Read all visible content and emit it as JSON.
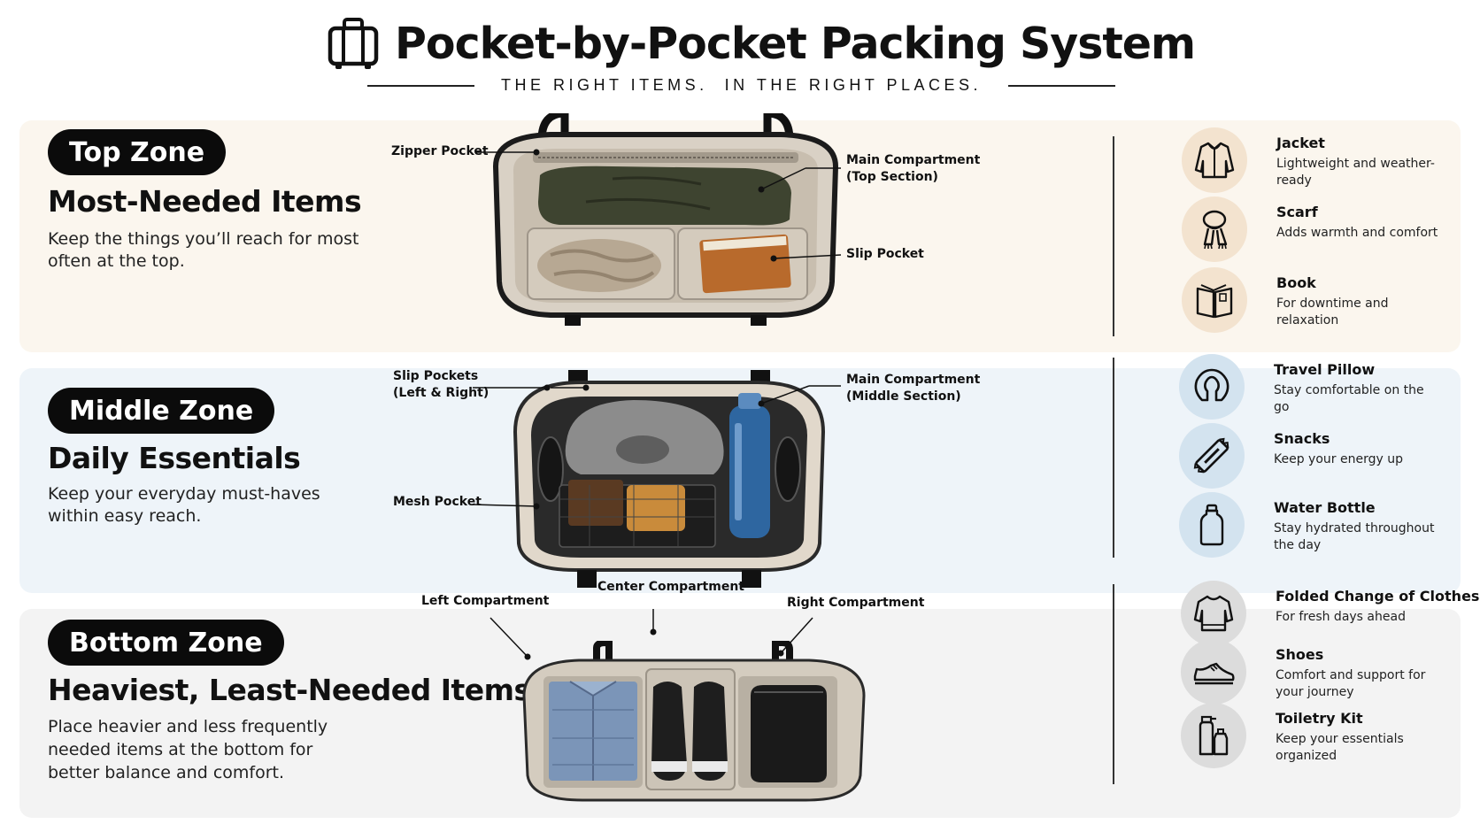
{
  "header": {
    "title": "Pocket-by-Pocket Packing System",
    "subtitle": "THE RIGHT ITEMS.  IN THE RIGHT PLACES."
  },
  "zones": [
    {
      "pill": "Top Zone",
      "heading": "Most-Needed Items",
      "description": "Keep the things you’ll reach for most often at the top.",
      "callouts": [
        "Zipper Pocket",
        "Main Compartment\n(Top Section)",
        "Slip Pocket"
      ],
      "items": [
        {
          "name": "Jacket",
          "desc": "Lightweight and weather-ready",
          "icon": "jacket-icon"
        },
        {
          "name": "Scarf",
          "desc": "Adds warmth and comfort",
          "icon": "scarf-icon"
        },
        {
          "name": "Book",
          "desc": "For downtime and relaxation",
          "icon": "book-icon"
        }
      ]
    },
    {
      "pill": "Middle Zone",
      "heading": "Daily Essentials",
      "description": "Keep your everyday must-haves within easy reach.",
      "callouts": [
        "Slip Pockets\n(Left & Right)",
        "Main Compartment\n(Middle Section)",
        "Mesh Pocket"
      ],
      "items": [
        {
          "name": "Travel Pillow",
          "desc": "Stay comfortable on the go",
          "icon": "travel-pillow-icon"
        },
        {
          "name": "Snacks",
          "desc": "Keep your energy up",
          "icon": "snack-bar-icon"
        },
        {
          "name": "Water Bottle",
          "desc": "Stay hydrated throughout the day",
          "icon": "water-bottle-icon"
        }
      ]
    },
    {
      "pill": "Bottom Zone",
      "heading": "Heaviest, Least-Needed Items",
      "description": "Place heavier and less frequently needed items at the bottom for better balance and comfort.",
      "callouts": [
        "Left Compartment",
        "Center Compartment",
        "Right Compartment"
      ],
      "items": [
        {
          "name": "Folded Change of Clothes",
          "desc": "For fresh days ahead",
          "icon": "sweater-icon"
        },
        {
          "name": "Shoes",
          "desc": "Comfort and support for your journey",
          "icon": "shoe-icon"
        },
        {
          "name": "Toiletry Kit",
          "desc": "Keep your essentials organized",
          "icon": "toiletry-bottles-icon"
        }
      ]
    }
  ],
  "colors": {
    "pill_bg": "#0b0b0b",
    "top_zone_bg": "#fbf6ee",
    "middle_zone_bg": "#eef4f9",
    "bottom_zone_bg": "#f3f3f3"
  }
}
